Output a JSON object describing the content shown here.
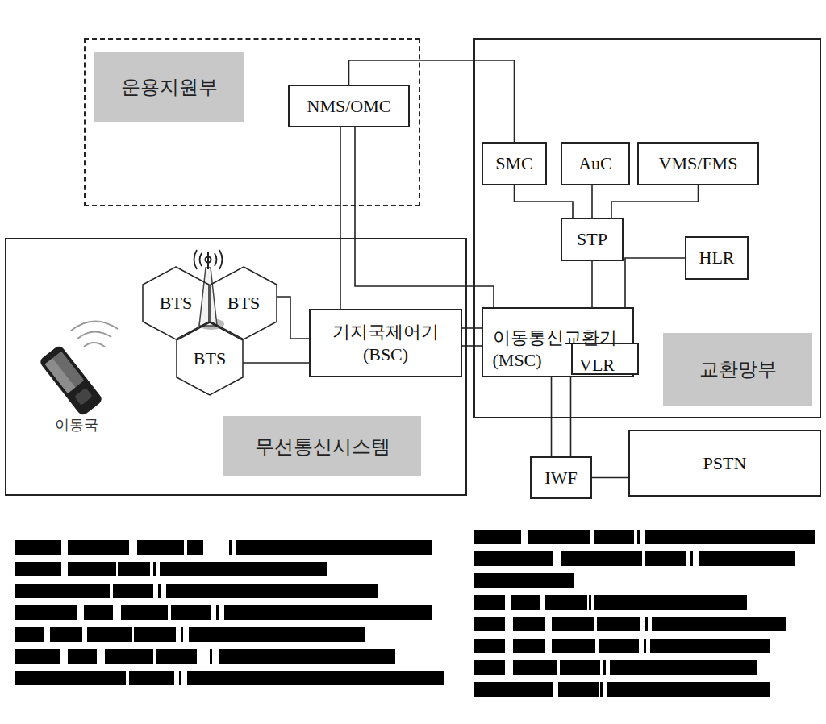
{
  "diagram": {
    "nodes": [
      {
        "text": [
          "운용지원부"
        ]
      },
      {
        "text": [
          "NMS/OMC"
        ],
        "in": 0
      },
      {
        "text": [
          "교환망부"
        ]
      },
      {
        "text": [
          "SMC"
        ],
        "in": 2
      },
      {
        "text": [
          "AuC"
        ],
        "in": 2
      },
      {
        "text": [
          "VMS/FMS"
        ],
        "in": 2
      },
      {
        "text": [
          "STP"
        ],
        "in": 2
      },
      {
        "text": [
          "HLR"
        ],
        "in": 2
      },
      {
        "text": [
          "이동통신교환기 (MSC)"
        ],
        "in": 2
      },
      {
        "text": [
          "VLR"
        ],
        "in": 8
      },
      {
        "text": [
          "무선통신시스템"
        ]
      },
      {
        "text": [
          "BTS"
        ],
        "in": 10
      },
      {
        "text": [
          "BTS"
        ],
        "in": 10
      },
      {
        "text": [
          "BTS"
        ],
        "in": 10
      },
      {
        "text": [
          "기지국제어기 (BSC)"
        ],
        "in": 10
      },
      {
        "text": [
          "IWF"
        ]
      },
      {
        "text": [
          "PSTN"
        ]
      }
    ],
    "edges": [
      {
        "from": 1,
        "to": 3,
        "arrow": "none"
      },
      {
        "from": 1,
        "to": 14,
        "arrow": "none"
      },
      {
        "from": 1,
        "to": 8,
        "arrow": "none"
      },
      {
        "from": 3,
        "to": 6,
        "arrow": "none"
      },
      {
        "from": 4,
        "to": 6,
        "arrow": "none"
      },
      {
        "from": 5,
        "to": 6,
        "arrow": "none"
      },
      {
        "from": 6,
        "to": 8,
        "arrow": "none"
      },
      {
        "from": 7,
        "to": 8,
        "arrow": "none"
      },
      {
        "from": 12,
        "to": 14,
        "arrow": "none"
      },
      {
        "from": 13,
        "to": 14,
        "arrow": "none"
      },
      {
        "from": 14,
        "to": 8,
        "arrow": "none"
      },
      {
        "from": 8,
        "to": 15,
        "arrow": "none"
      },
      {
        "from": 15,
        "to": 16,
        "arrow": "none"
      }
    ],
    "labels": [
      "이동국"
    ]
  }
}
